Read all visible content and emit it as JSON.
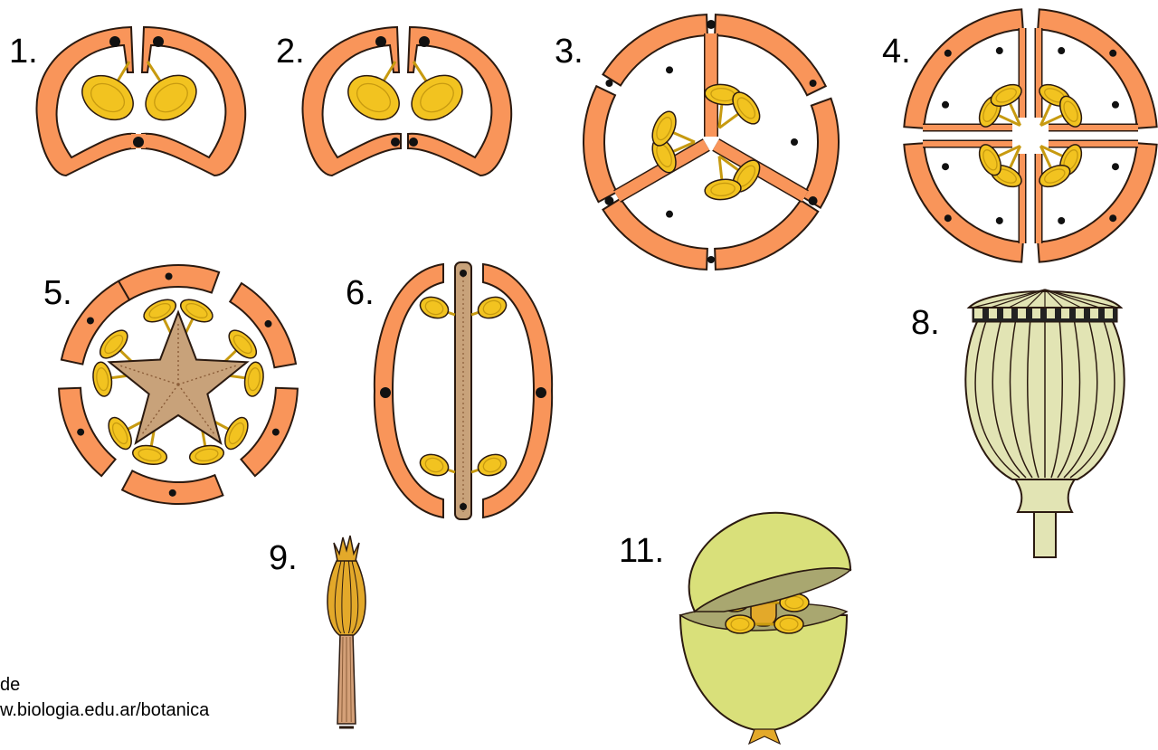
{
  "figure": {
    "labels": [
      "1.",
      "2.",
      "3.",
      "4.",
      "5.",
      "6.",
      "8.",
      "9.",
      "11."
    ],
    "credit": {
      "line1": "de",
      "line2": "w.biologia.edu.ar/botanica"
    }
  },
  "colors": {
    "wall": "#F9955A",
    "outline": "#2b1a10",
    "seed": "#F2C320",
    "seed_dark": "#C79A10",
    "column": "#C8A27A",
    "capsule": "#E2E4B4",
    "pyxis": "#D9E07A",
    "pyxis_inner": "#A9A770",
    "pod": "#E3A92A",
    "stalk": "#D4A078"
  }
}
